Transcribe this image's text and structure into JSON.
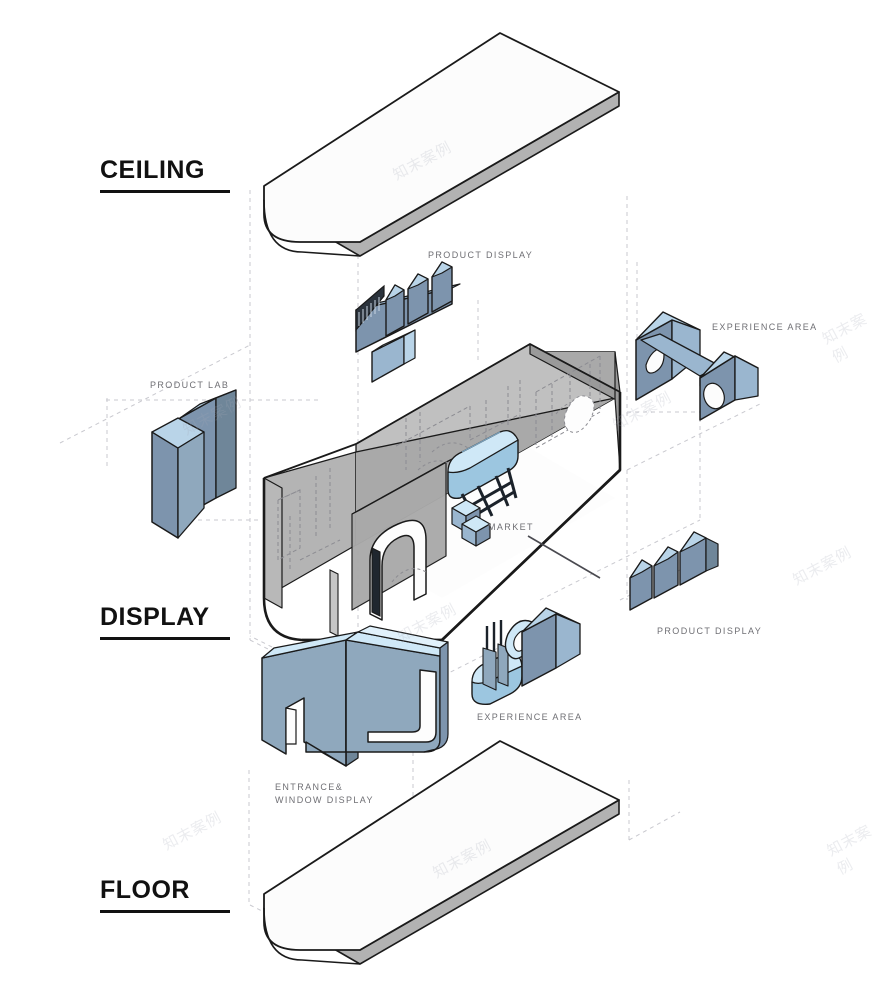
{
  "diagram": {
    "type": "exploded-axonometric",
    "title_labels": [
      {
        "id": "ceiling",
        "text": "CEILING"
      },
      {
        "id": "display",
        "text": "DISPLAY"
      },
      {
        "id": "floor",
        "text": "FLOOR"
      }
    ],
    "annotations": [
      {
        "id": "product-display-top",
        "text": "PRODUCT DISPLAY"
      },
      {
        "id": "experience-area-right",
        "text": "EXPERIENCE AREA"
      },
      {
        "id": "product-lab",
        "text": "PRODUCT LAB"
      },
      {
        "id": "market",
        "text": "MARKET"
      },
      {
        "id": "product-display-right",
        "text": "PRODUCT DISPLAY"
      },
      {
        "id": "experience-area-bottom",
        "text": "EXPERIENCE AREA"
      },
      {
        "id": "entrance-window-display",
        "text": "ENTRANCE&\nWINDOW DISPLAY"
      }
    ],
    "watermark": {
      "text": "知末案例"
    },
    "colors": {
      "outline": "#1a1a1a",
      "slab_top": "#fcfcfc",
      "slab_edge": "#b2b2b2",
      "wall_gray": "#a9a9a9",
      "wall_gray_light": "#c0c0c0",
      "wall_gray_dark": "#9a9a9a",
      "module_blue": "#7d94ad",
      "module_blue_light": "#b9d4e8",
      "module_blue_mid": "#9ab6cf",
      "counter_blue": "#bfdcef",
      "leg_dark": "#1f2730",
      "guide_line": "#c9c9cf",
      "label_gray": "#6f6f74",
      "title_black": "#111111"
    }
  }
}
